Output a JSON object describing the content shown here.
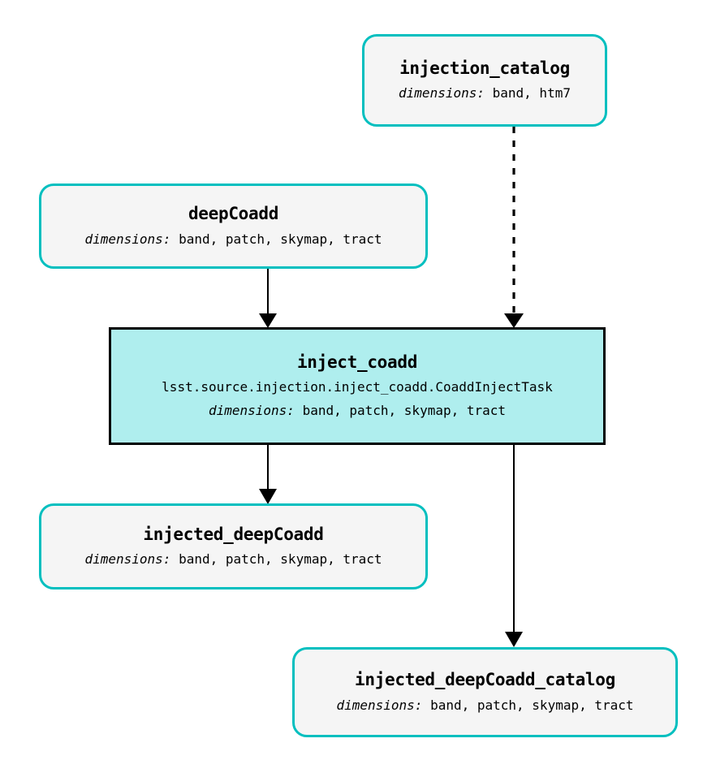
{
  "graph": {
    "type": "pipeline-dag",
    "orientation": "top-to-bottom",
    "colors": {
      "dataset_border": "#00BFBF",
      "dataset_fill": "#F5F5F5",
      "task_border": "#000000",
      "task_fill": "#AFEEEE",
      "edge": "#000000"
    },
    "dims_label": "dimensions:"
  },
  "nodes": {
    "injection_catalog": {
      "kind": "dataset",
      "title": "injection_catalog",
      "dims_label": "dimensions:",
      "dims_value": " band, htm7"
    },
    "deepCoadd": {
      "kind": "dataset",
      "title": "deepCoadd",
      "dims_label": "dimensions:",
      "dims_value": " band, patch, skymap, tract"
    },
    "inject_coadd": {
      "kind": "task",
      "title": "inject_coadd",
      "class_path": "lsst.source.injection.inject_coadd.CoaddInjectTask",
      "dims_label": "dimensions:",
      "dims_value": " band, patch, skymap, tract"
    },
    "injected_deepCoadd": {
      "kind": "dataset",
      "title": "injected_deepCoadd",
      "dims_label": "dimensions:",
      "dims_value": " band, patch, skymap, tract"
    },
    "injected_deepCoadd_catalog": {
      "kind": "dataset",
      "title": "injected_deepCoadd_catalog",
      "dims_label": "dimensions:",
      "dims_value": " band, patch, skymap, tract"
    }
  },
  "edges": [
    {
      "id": "edge-injection-catalog-to-inject-coadd",
      "from": "injection_catalog",
      "to": "inject_coadd",
      "style": "dashed",
      "arrow": "solid-triangle"
    },
    {
      "id": "edge-deepcoadd-to-inject-coadd",
      "from": "deepCoadd",
      "to": "inject_coadd",
      "style": "solid",
      "arrow": "solid-triangle"
    },
    {
      "id": "edge-inject-coadd-to-injected-deepcoadd",
      "from": "inject_coadd",
      "to": "injected_deepCoadd",
      "style": "solid",
      "arrow": "solid-triangle"
    },
    {
      "id": "edge-inject-coadd-to-injected-deepcoadd-catalog",
      "from": "inject_coadd",
      "to": "injected_deepCoadd_catalog",
      "style": "solid",
      "arrow": "solid-triangle"
    }
  ]
}
